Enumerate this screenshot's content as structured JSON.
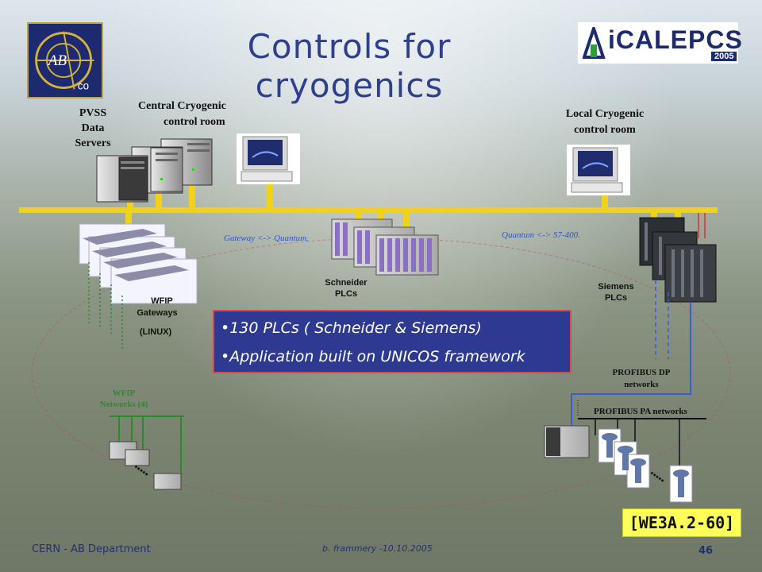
{
  "slide": {
    "title": "Controls for cryogenics",
    "logo_left": "AB co",
    "logo_right": {
      "name": "iCALEPCS",
      "year": "2005"
    },
    "labels": {
      "pvss": [
        "PVSS",
        "Data",
        "Servers"
      ],
      "central": [
        "Central Cryogenic",
        "control room"
      ],
      "local": [
        "Local Cryogenic",
        "control room"
      ],
      "gateway_quantum": "Gateway <-> Quantum.",
      "quantum_s7": "Quantum <-> S7-400.",
      "schneider": [
        "Schneider",
        "PLCs"
      ],
      "siemens": [
        "Siemens",
        "PLCs"
      ],
      "wfip_gateways": [
        "WFIP",
        "Gateways"
      ],
      "linux": "(LINUX)",
      "wfip_networks": [
        "WFIP",
        "Networks (4)"
      ],
      "profibus_dp": [
        "PROFIBUS DP",
        "networks"
      ],
      "profibus_pa": "PROFIBUS PA networks",
      "ellipsis": "....."
    },
    "bullets": [
      "130 PLCs ( Schneider & Siemens)",
      "Application built on UNICOS framework"
    ],
    "reference": "[WE3A.2-60]",
    "footer": {
      "left": "CERN - AB Department",
      "center": "b. frammery -10.10.2005",
      "page": "46"
    },
    "colors": {
      "bus": "#f1d21a",
      "title": "#2e3f8c",
      "infobox": "#2e3a92",
      "network_green": "#2b8a2b",
      "profibus_blue": "#3b5bd6"
    }
  }
}
